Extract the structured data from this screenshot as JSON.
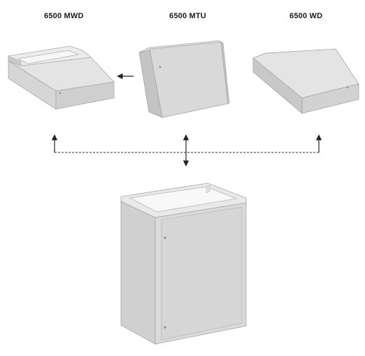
{
  "labels": {
    "mwd": "6500 MWD",
    "mtu": "6500 MTU",
    "wd": "6500 WD"
  },
  "colors": {
    "panel_light": "#e8e8e8",
    "panel_mid": "#d4d4d4",
    "panel_dark": "#bdbdbd",
    "edge": "#9a9a9a",
    "arrow": "#222222"
  }
}
